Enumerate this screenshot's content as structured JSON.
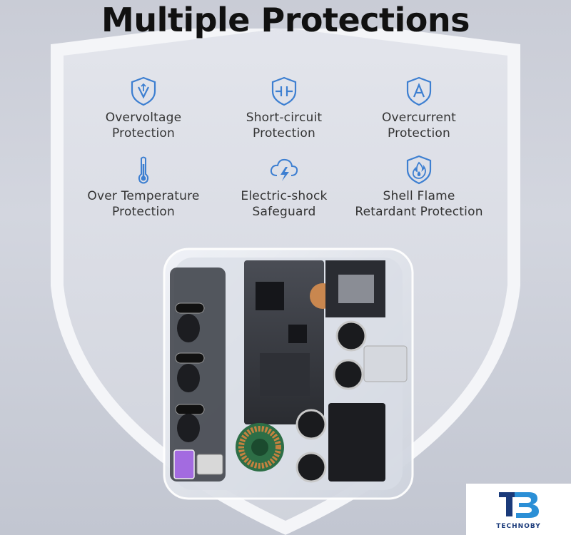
{
  "title": "Multiple Protections",
  "features": [
    {
      "icon": "shield-overvoltage-icon",
      "label": "Overvoltage\nProtection"
    },
    {
      "icon": "shield-short-circuit-icon",
      "label": "Short-circuit\nProtection"
    },
    {
      "icon": "shield-overcurrent-icon",
      "label": "Overcurrent\nProtection"
    },
    {
      "icon": "thermometer-icon",
      "label": "Over Temperature\nProtection"
    },
    {
      "icon": "cloud-lightning-icon",
      "label": "Electric-shock\nSafeguard"
    },
    {
      "icon": "shield-flame-icon",
      "label": "Shell Flame\nRetardant Protection"
    }
  ],
  "colors": {
    "icon_blue": "#3d7fd1",
    "title": "#111111"
  },
  "watermark": {
    "text": "TECHNOBY",
    "monogram": "TB"
  }
}
